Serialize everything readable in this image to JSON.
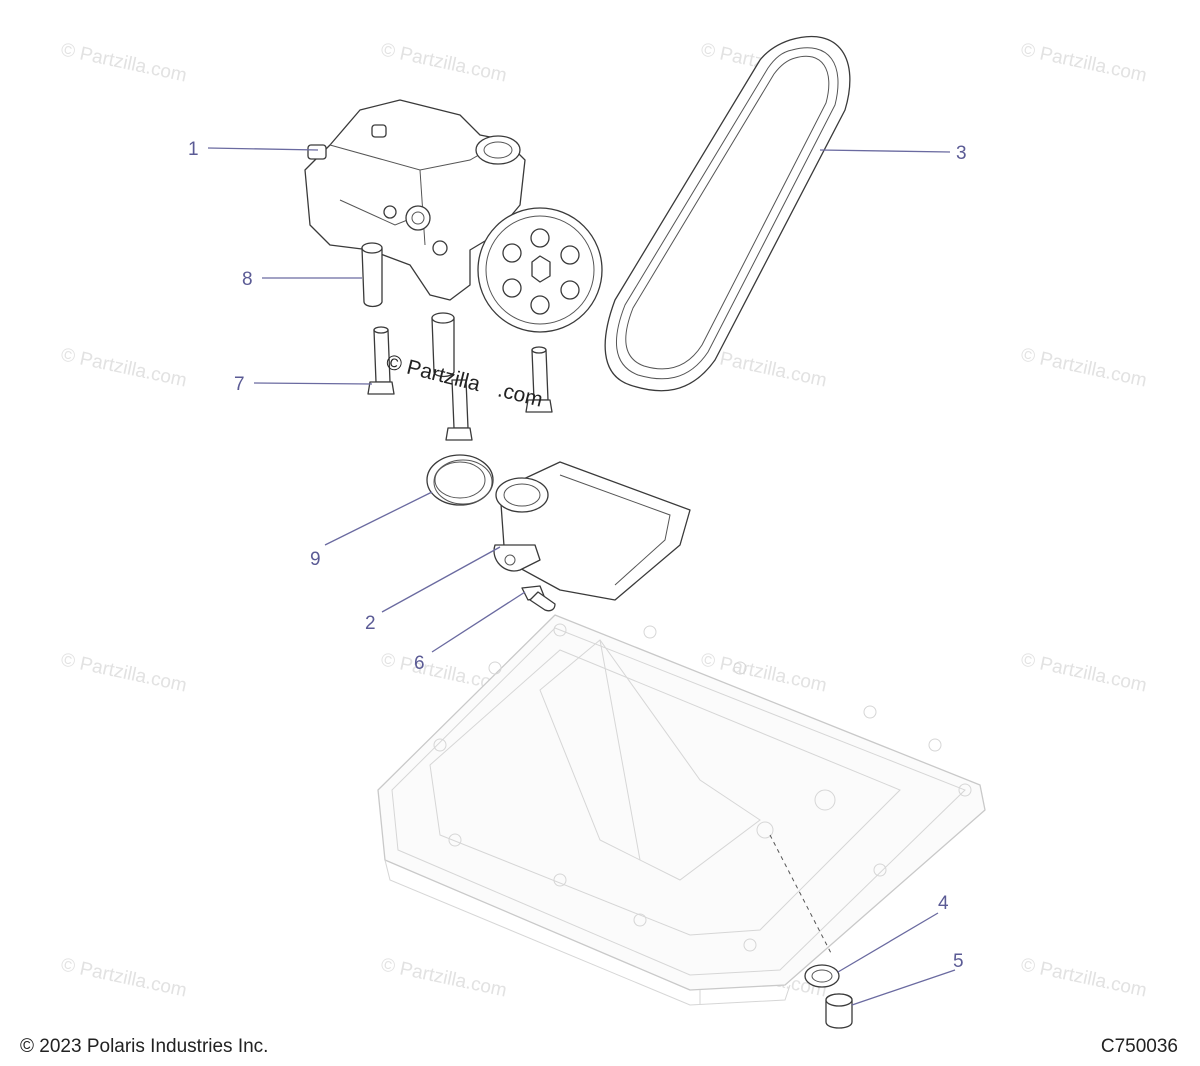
{
  "watermark": {
    "text": "© Partzilla.com",
    "center_text_line1": "© Partzilla",
    "center_text_line2": ".com"
  },
  "callouts": [
    {
      "number": "1",
      "part": "oil pump"
    },
    {
      "number": "2",
      "part": "oil pickup screen"
    },
    {
      "number": "3",
      "part": "drive chain"
    },
    {
      "number": "4",
      "part": "drain plug washer"
    },
    {
      "number": "5",
      "part": "drain plug"
    },
    {
      "number": "6",
      "part": "screen bolt"
    },
    {
      "number": "7",
      "part": "pump bolt"
    },
    {
      "number": "8",
      "part": "dowel pin"
    },
    {
      "number": "9",
      "part": "o-ring seal"
    }
  ],
  "footer": {
    "copyright": "© 2023 Polaris Industries Inc.",
    "diagram_code": "C750036"
  },
  "colors": {
    "callout": "#5b5b95",
    "line_art": "#3a3a3a",
    "oil_pan": "#c9c9c9",
    "watermark": "#e2e2e2"
  }
}
